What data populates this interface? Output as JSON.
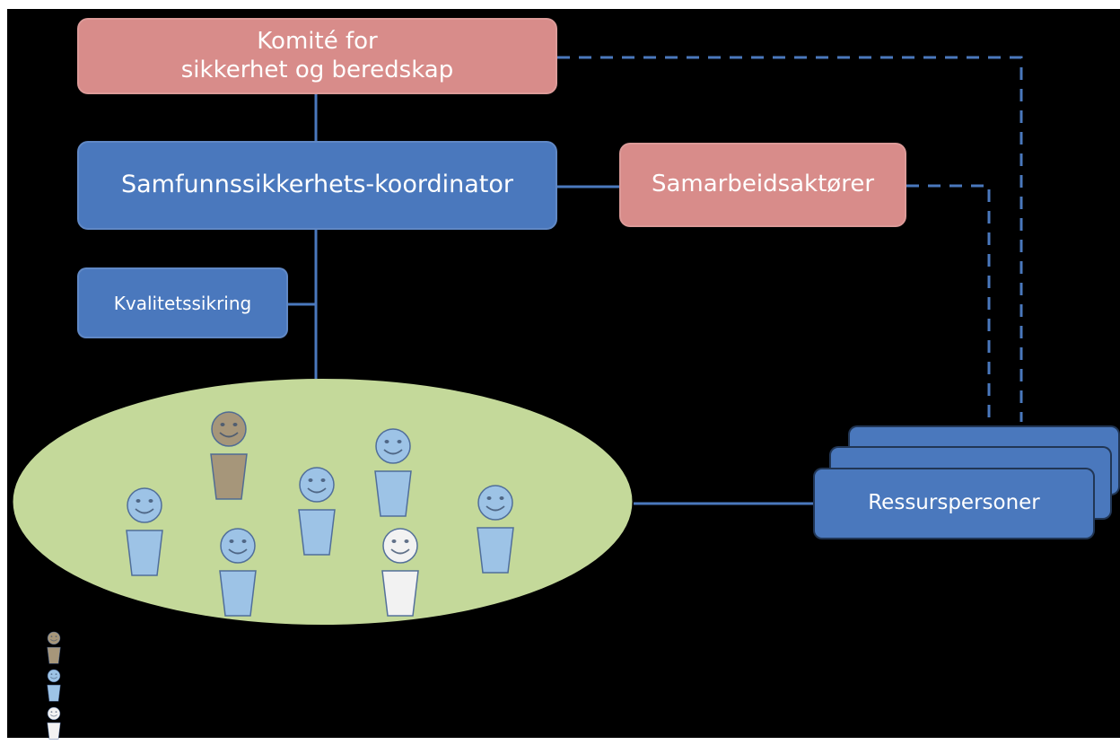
{
  "nodes": {
    "committee": "Komité for\nsikkerhet og beredskap",
    "coordinator": "Samfunnssikkerhets-koordinator",
    "partners": "Samarbeidsaktører",
    "quality": "Kvalitetssikring",
    "resources": "Ressurspersoner"
  },
  "colors": {
    "background": "#000000",
    "pink": "#d88c8a",
    "blue": "#4a78bd",
    "group_fill": "#c4d99a",
    "person_blue": "#9dc3e6",
    "person_brown": "#a6967a",
    "person_white": "#f2f2f2",
    "connector": "#4a78bd"
  },
  "people": [
    {
      "color": "#a6967a"
    },
    {
      "color": "#9dc3e6"
    },
    {
      "color": "#9dc3e6"
    },
    {
      "color": "#9dc3e6"
    },
    {
      "color": "#9dc3e6"
    },
    {
      "color": "#9dc3e6"
    },
    {
      "color": "#f2f2f2"
    }
  ],
  "legend": [
    {
      "color": "#a6967a"
    },
    {
      "color": "#9dc3e6"
    },
    {
      "color": "#f2f2f2"
    }
  ],
  "icons": {
    "person": "smiley-person-icon"
  }
}
